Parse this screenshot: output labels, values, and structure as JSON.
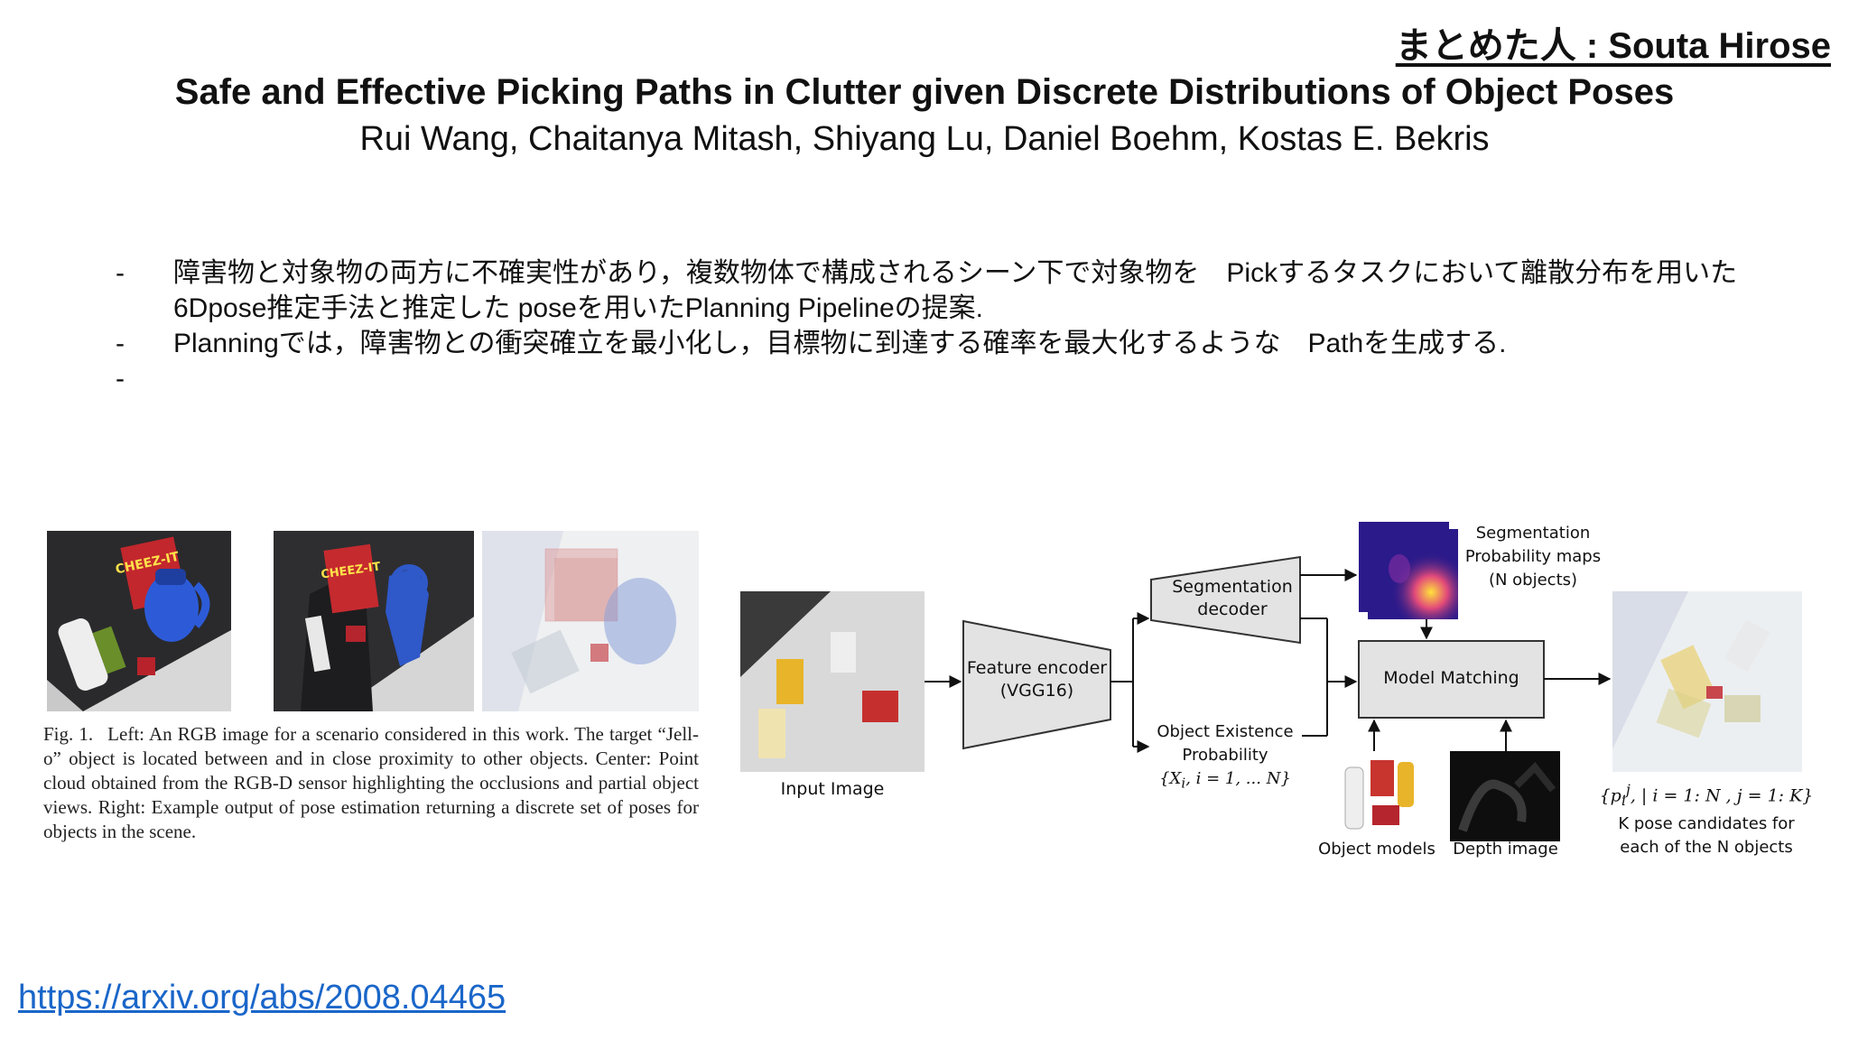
{
  "header": {
    "credit": "まとめた人 : Souta Hirose"
  },
  "paper": {
    "title": "Safe and Effective Picking Paths in Clutter given Discrete Distributions of Object Poses",
    "authors": "Rui Wang, Chaitanya Mitash, Shiyang Lu, Daniel Boehm, Kostas E. Bekris"
  },
  "bullets": [
    {
      "dash": "-",
      "lines": [
        "障害物と対象物の両方に不確実性があり，複数物体で構成されるシーン下で対象物を　Pickするタスクにおいて離散分布を用いた",
        "6Dpose推定手法と推定した poseを用いたPlanning Pipelineの提案."
      ]
    },
    {
      "dash": "-",
      "lines": [
        "Planningでは，障害物との衝突確立を最小化し，目標物に到達する確率を最大化するような　Pathを生成する."
      ]
    },
    {
      "dash": "-",
      "lines": [
        ""
      ]
    }
  ],
  "figure1": {
    "photo_labels": [
      "CHEEZ-IT",
      "CHEEZ-IT"
    ],
    "caption_figno": "Fig. 1.",
    "caption_text": "Left: An RGB image for a scenario considered in this work. The target “Jell-o” object is located between and in close proximity to other objects. Center: Point cloud obtained from the RGB-D sensor highlighting the occlusions and partial object views. Right: Example output of pose estimation returning a discrete set of poses for objects in the scene."
  },
  "pipeline": {
    "input_image": "Input Image",
    "encoder_line1": "Feature encoder",
    "encoder_line2": "(VGG16)",
    "decoder_line1": "Segmentation",
    "decoder_line2": "decoder",
    "seg_maps_line1": "Segmentation",
    "seg_maps_line2": "Probability maps",
    "seg_maps_line3": "(N objects)",
    "matching": "Model Matching",
    "existence_line1": "Object Existence",
    "existence_line2": "Probability",
    "existence_formula": "{X",
    "existence_sub": "i",
    "existence_tail": ", i = 1, ... N}",
    "object_models": "Object models",
    "depth_image": "Depth image",
    "pose_formula_open": "{p",
    "pose_formula_sup": "j",
    "pose_formula_sub": "i",
    "pose_formula_tail": ", | i = 1: N , j = 1: K}",
    "pose_caption_line1": "K pose candidates for",
    "pose_caption_line2": "each of the N objects"
  },
  "footer": {
    "link": "https://arxiv.org/abs/2008.04465"
  },
  "colors": {
    "link": "#1a66c9",
    "box_fill": "#e3e3e3",
    "box_stroke": "#333333",
    "seg_map_bg": "#2b1a8a",
    "seg_map_hot": "#ffe23a"
  }
}
